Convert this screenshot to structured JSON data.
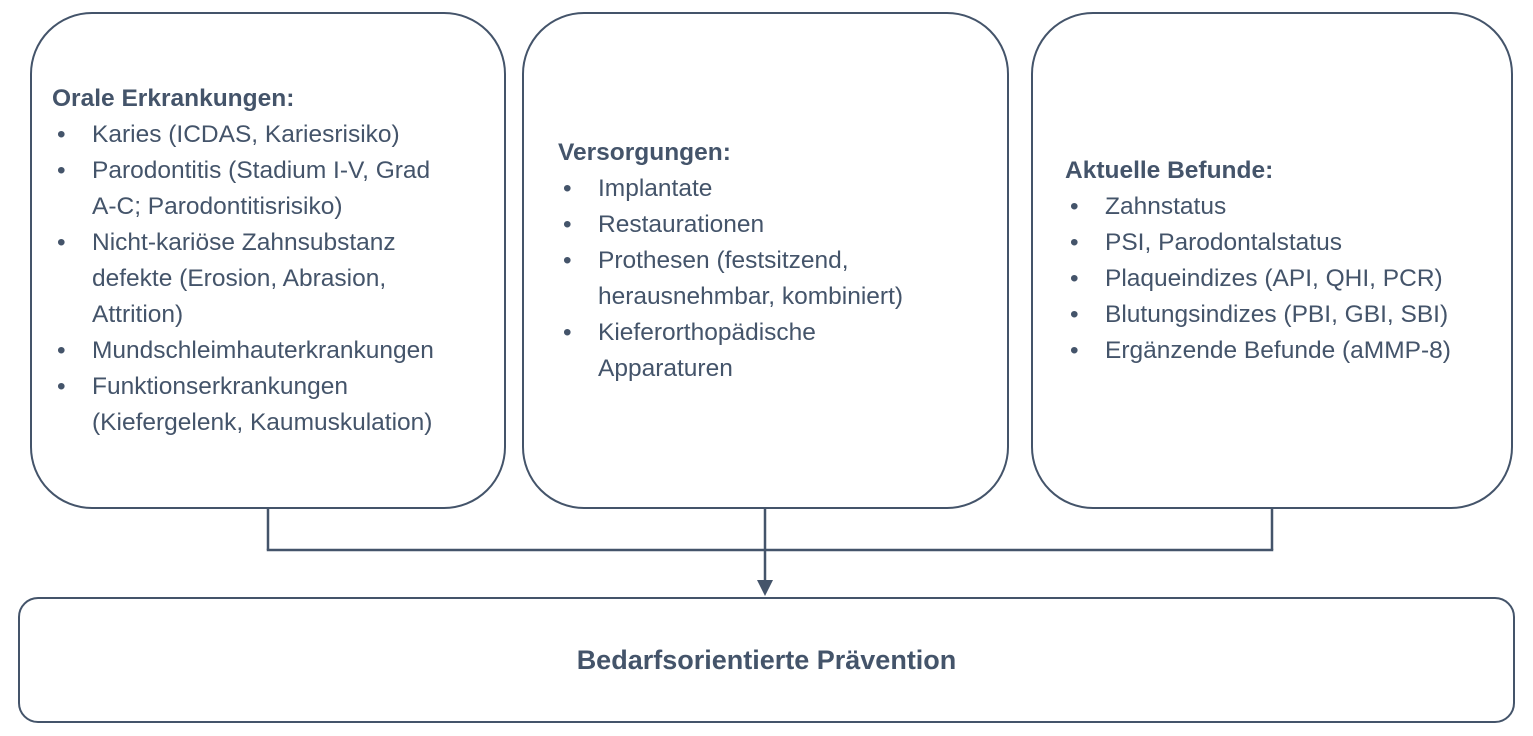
{
  "boxes": [
    {
      "title": "Orale Erkrankungen:",
      "items": [
        "Karies (ICDAS, Kariesrisiko)",
        "Parodontitis (Stadium I-V, Grad A-C; Parodontitisrisiko)",
        "Nicht-kariöse Zahnsubstanz defekte (Erosion, Abrasion, Attrition)",
        "Mundschleimhauterkrankungen",
        "Funktionserkrankungen (Kiefergelenk, Kaumuskulation)"
      ]
    },
    {
      "title": "Versorgungen:",
      "items": [
        "Implantate",
        "Restaurationen",
        "Prothesen (festsitzend, herausnehmbar, kombiniert)",
        "Kieferorthopädische Apparaturen"
      ]
    },
    {
      "title": "Aktuelle Befunde:",
      "items": [
        "Zahnstatus",
        "PSI, Parodontalstatus",
        "Plaqueindizes (API, QHI, PCR)",
        "Blutungsindizes (PBI, GBI, SBI)",
        "Ergänzende Befunde (aMMP-8)"
      ]
    }
  ],
  "result_box": {
    "label": "Bedarfsorientierte Prävention"
  },
  "colors": {
    "line": "#44546A",
    "text": "#44546A",
    "background": "#FFFFFF"
  }
}
